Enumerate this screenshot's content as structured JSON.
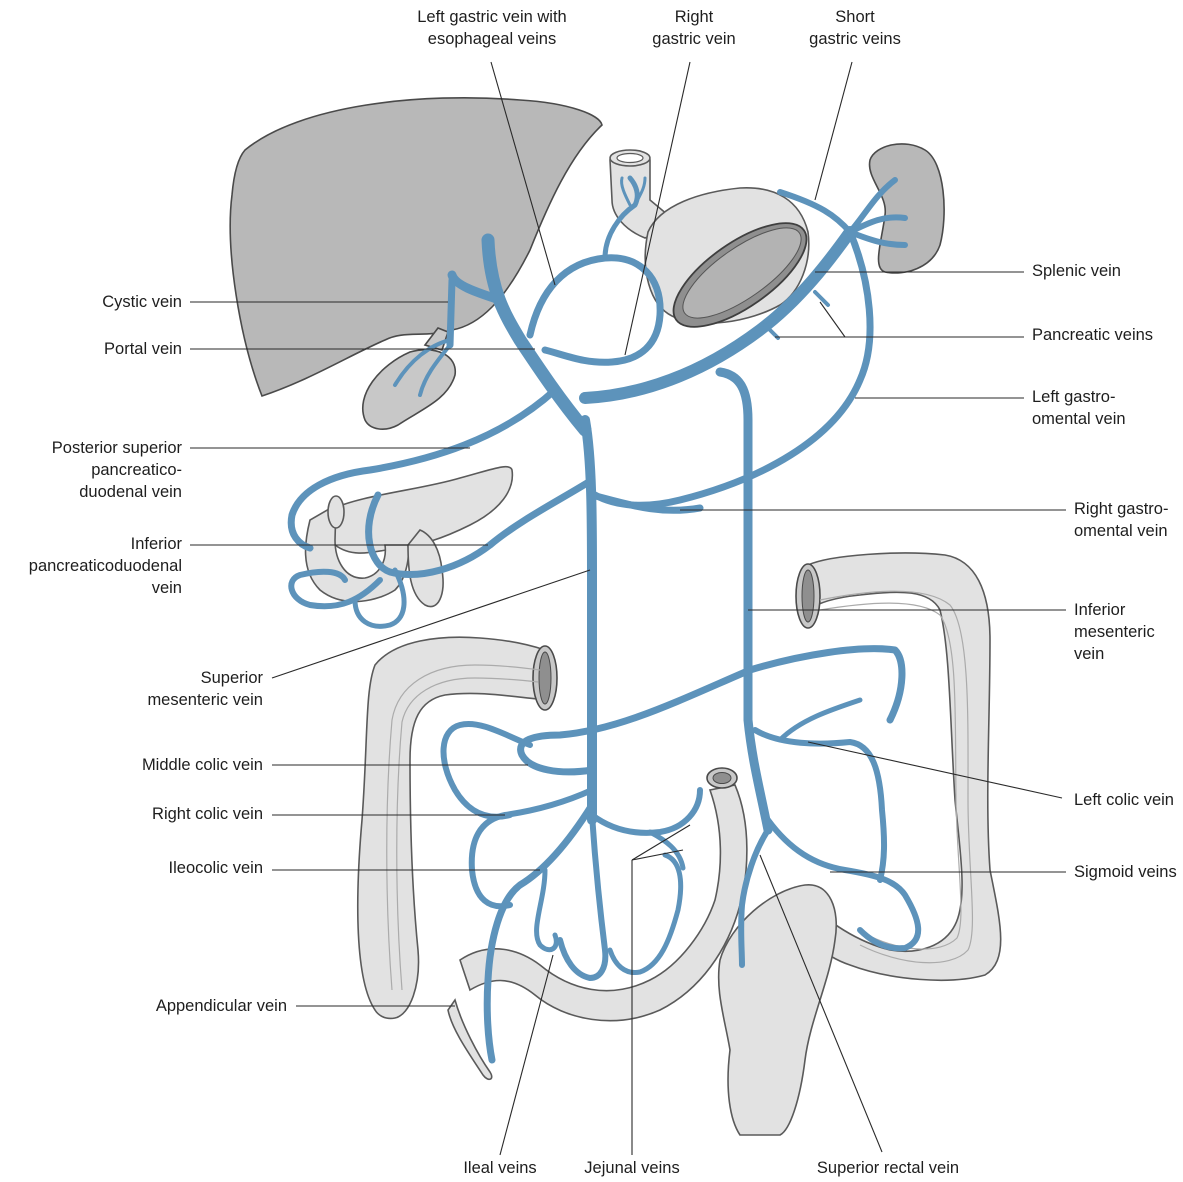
{
  "labels": {
    "left_gastric": "Left gastric vein with\nesophageal veins",
    "right_gastric": "Right\ngastric vein",
    "short_gastric": "Short\ngastric veins",
    "cystic": "Cystic vein",
    "portal": "Portal vein",
    "splenic": "Splenic vein",
    "pancreatic": "Pancreatic veins",
    "left_gastroomental": "Left gastro-\nomental vein",
    "post_sup_pd": "Posterior superior\npancreatico-\nduodenal vein",
    "right_gastroomental": "Right gastro-\nomental vein",
    "inf_pd": "Inferior\npancreaticoduodenal\nvein",
    "inf_mesenteric": "Inferior\nmesenteric\nvein",
    "sup_mesenteric": "Superior\nmesenteric vein",
    "middle_colic": "Middle colic vein",
    "left_colic": "Left colic vein",
    "right_colic": "Right colic vein",
    "ileocolic": "Ileocolic vein",
    "sigmoid": "Sigmoid veins",
    "appendicular": "Appendicular vein",
    "ileal": "Ileal veins",
    "jejunal": "Jejunal veins",
    "sup_rectal": "Superior rectal vein"
  },
  "colors": {
    "vein": "#5d93bb",
    "organ": "#e2e2e2",
    "liver": "#b8b8b8",
    "outline": "#4a4a4a"
  }
}
